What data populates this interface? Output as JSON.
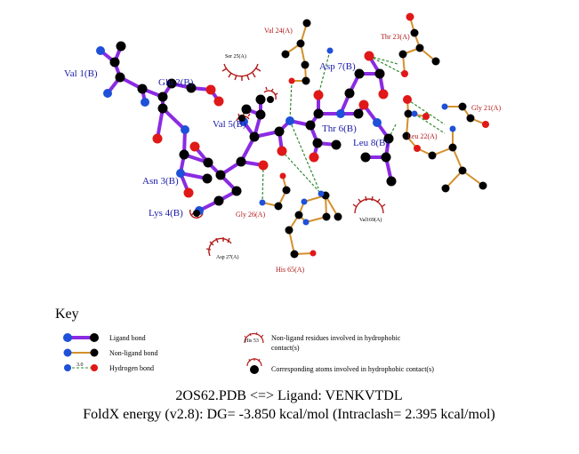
{
  "ligand_residues": [
    "Val 1(B)",
    "Glu 2(B)",
    "Asn 3(B)",
    "Lys 4(B)",
    "Val 5(B)",
    "Thr 6(B)",
    "Asp 7(B)",
    "Leu 8(B)"
  ],
  "nonligand_residues": [
    "Val 24(A)",
    "Thr 23(A)",
    "Gly 21(A)",
    "Leu 22(A)",
    "Gly 26(A)",
    "His 65(A)"
  ],
  "hydrophobic_residues": [
    "Ser 25(A)",
    "Asp 27(A)",
    "Val169(A)"
  ],
  "key": {
    "title": "Key",
    "ligand_bond": "Ligand bond",
    "nonligand_bond": "Non-ligand bond",
    "hydrogen_bond": "Hydrogen bond",
    "hb_distance": "3.0",
    "hydrophobic_example": "His 53",
    "hydrophobic_residues_line1": "Non-ligand residues involved in hydrophobic",
    "hydrophobic_residues_line2": "contact(s)",
    "hydrophobic_atoms": "Corresponding atoms involved in hydrophobic contact(s)"
  },
  "footer": {
    "line1": "2OS62.PDB <=> Ligand: VENKVTDL",
    "line2": "FoldX energy (v2.8): DG= -3.850 kcal/mol (Intraclash= 2.395 kcal/mol)"
  },
  "colors": {
    "ligand_bond": "#8a2be2",
    "nonligand_bond": "#d4902e",
    "hbond": "#2e8b2e",
    "carbon": "#000000",
    "oxygen": "#e01818",
    "nitrogen": "#1e50d8",
    "hydrophobic": "#b21a1a"
  }
}
